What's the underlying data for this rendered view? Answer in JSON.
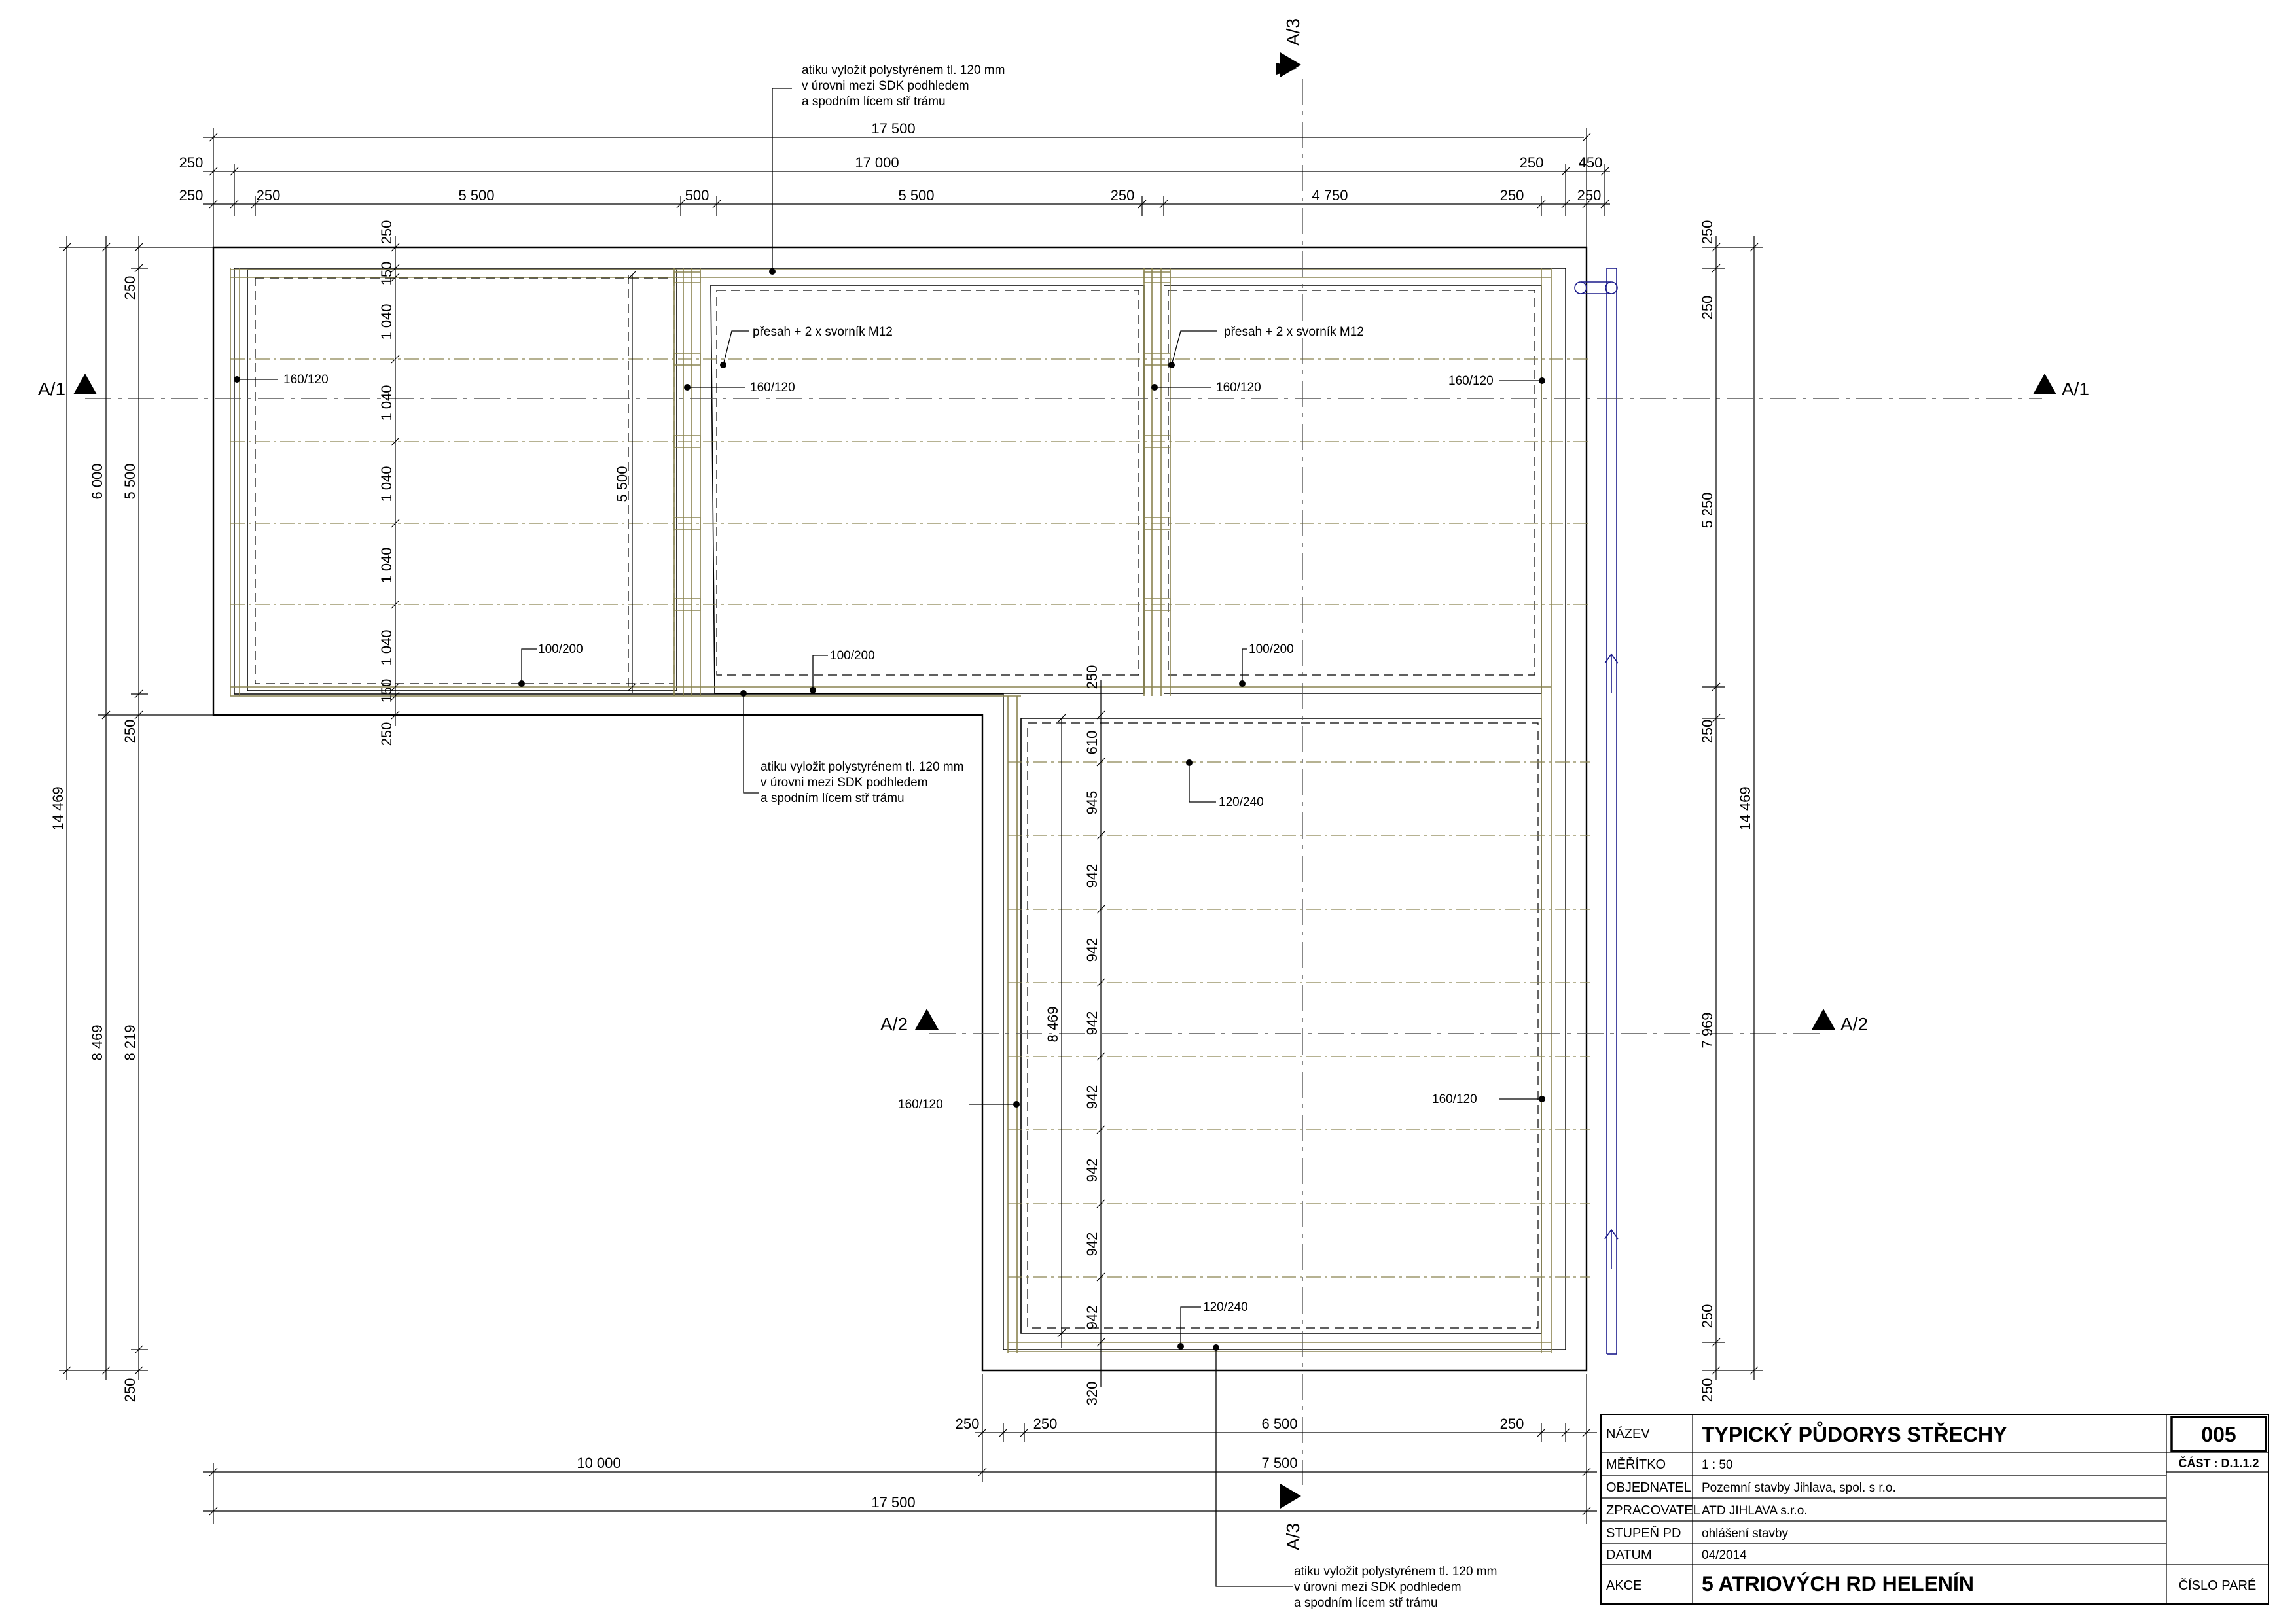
{
  "section_marks": {
    "a1": "A/1",
    "a2": "A/2",
    "a3": "A/3"
  },
  "dimensions": {
    "top_row1": "17 500",
    "top_row2": [
      "250",
      "17 000",
      "250",
      "450"
    ],
    "top_row3": [
      "250",
      "250",
      "5 500",
      "500",
      "5 500",
      "250",
      "4 750",
      "250",
      "250"
    ],
    "bottom_row1": [
      "250",
      "250",
      "6 500",
      "250"
    ],
    "bottom_row2": [
      "10 000",
      "7 500"
    ],
    "bottom_row3": "17 500",
    "left_outer": [
      "14 469"
    ],
    "left_mid": [
      "6 000",
      "8 469"
    ],
    "left_inner": [
      "250",
      "5 500",
      "250",
      "8 219",
      "250"
    ],
    "joist_spacing_upper": [
      "250",
      "150",
      "1 040",
      "1 040",
      "1 040",
      "1 040",
      "1 040",
      "150",
      "250"
    ],
    "inner_span": "5 500",
    "joist_spacing_lower": [
      "250",
      "610",
      "945",
      "942",
      "942",
      "942",
      "942",
      "942",
      "942",
      "942",
      "320"
    ],
    "lower_span": "8 469",
    "right_inner": [
      "250",
      "250",
      "5 250",
      "250",
      "7 969",
      "250",
      "250"
    ],
    "right_outer": "14 469"
  },
  "notes": {
    "atika_line1": "atiku vyložit polystyrénem tl. 120 mm",
    "atika_line2": "v úrovni mezi SDK podhledem",
    "atika_line3": "a spodním lícem stř trámu",
    "presah": "přesah + 2 x svorník M12",
    "beam_160_120": "160/120",
    "beam_100_200": "100/200",
    "beam_120_240": "120/240"
  },
  "title_block": {
    "labels": {
      "nazev": "NÁZEV",
      "meritko": "MĚŘÍTKO",
      "objednatel": "OBJEDNATEL",
      "zpracovatel": "ZPRACOVATEL",
      "stupen": "STUPEŇ PD",
      "datum": "DATUM",
      "akce": "AKCE",
      "cislo_pare": "ČÍSLO PARÉ"
    },
    "values": {
      "nazev": "TYPICKÝ PŮDORYS STŘECHY",
      "meritko": "1 :  50",
      "objednatel": "Pozemní stavby Jihlava, spol. s r.o.",
      "zpracovatel": "ATD JIHLAVA s.r.o.",
      "stupen": "ohlášení stavby",
      "datum": "04/2014",
      "akce": "5 ATRIOVÝCH RD HELENÍN"
    },
    "drawing_number": "005",
    "part": "ČÁST : D.1.1.2"
  },
  "colors": {
    "line": "#000000",
    "beam": "#8a8450",
    "gutter": "#1c1c8c"
  }
}
